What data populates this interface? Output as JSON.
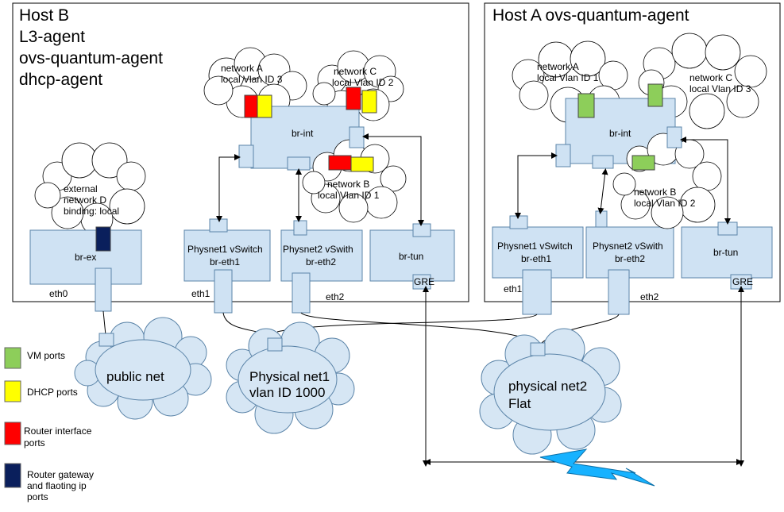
{
  "host_b": {
    "title_lines": [
      "Host B",
      "L3-agent",
      "ovs-quantum-agent",
      "dhcp-agent"
    ],
    "br_int": "br-int",
    "br_ex": "br-ex",
    "physnet1": [
      "Physnet1 vSwitch",
      "br-eth1"
    ],
    "physnet2": [
      "Physnet2 vSwith",
      "br-eth2"
    ],
    "br_tun": "br-tun",
    "gre": "GRE",
    "eth0": "eth0",
    "eth1": "eth1",
    "eth2": "eth2",
    "network_a": [
      "network A",
      "local Vlan ID 3"
    ],
    "network_c": [
      "network C",
      "local Vlan ID 2"
    ],
    "network_b": [
      "network B",
      "local Vlan ID 1"
    ],
    "external": [
      "external",
      "network D",
      "binding: local"
    ]
  },
  "host_a": {
    "title": "Host A ovs-quantum-agent",
    "br_int": "br-int",
    "physnet1": [
      "Physnet1 vSwitch",
      "br-eth1"
    ],
    "physnet2": [
      "Physnet2 vSwith",
      "br-eth2"
    ],
    "br_tun": "br-tun",
    "gre": "GRE",
    "eth1": "eth1",
    "eth2": "eth2",
    "network_a": [
      "network A",
      "local Vlan ID 1"
    ],
    "network_c": [
      "network C",
      "local Vlan ID 3"
    ],
    "network_b": [
      "network B",
      "local Vlan ID 2"
    ]
  },
  "networks": {
    "public": "public net",
    "physical1": [
      "Physical net1",
      "vlan ID 1000"
    ],
    "physical2": [
      "physical net2",
      "Flat"
    ]
  },
  "legend": {
    "vm_ports": "VM ports",
    "dhcp_ports": "DHCP ports",
    "router_interface": [
      "Router interface",
      "ports"
    ],
    "router_gateway": [
      "Router gateway",
      "and flaoting ip",
      "ports"
    ]
  },
  "colors": {
    "box_fill": "#cfe2f3",
    "box_stroke": "#5b84a8",
    "vm": "#8dce5a",
    "dhcp": "#ffff00",
    "router_if": "#ff0000",
    "router_gw": "#0a1f5c",
    "lightning": "#17b2ff"
  }
}
